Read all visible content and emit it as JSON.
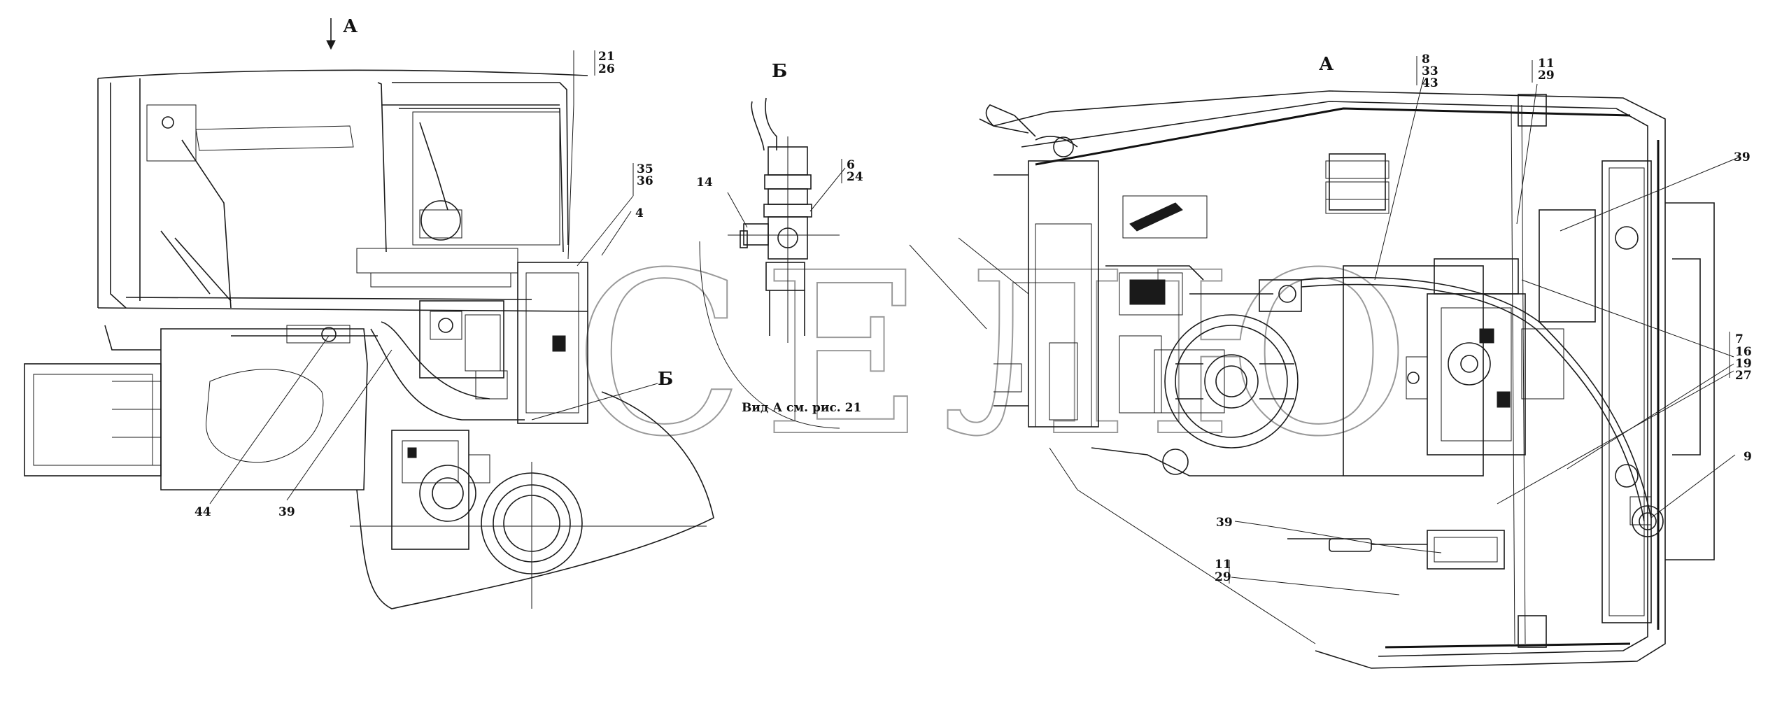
{
  "watermark": "СЕЛЮ",
  "views": {
    "a_arrow_label": "А",
    "b_detail_title": "Б",
    "b_pointer_label": "Б",
    "a_view_title": "А",
    "b_caption": "Вид А см. рис. 21"
  },
  "callouts_left": {
    "c21": "21",
    "c26": "26",
    "c35": "35",
    "c36": "36",
    "c4": "4",
    "c44": "44",
    "c39": "39"
  },
  "callouts_detail": {
    "c14": "14",
    "c6": "6",
    "c24": "24"
  },
  "callouts_right": {
    "c8": "8",
    "c33": "33",
    "c43": "43",
    "c11_top": "11",
    "c29_top": "29",
    "c39_top": "39",
    "c7": "7",
    "c16": "16",
    "c19": "19",
    "c27": "27",
    "c9": "9",
    "c39_mid": "39",
    "c11_bot": "11",
    "c29_bot": "29"
  }
}
